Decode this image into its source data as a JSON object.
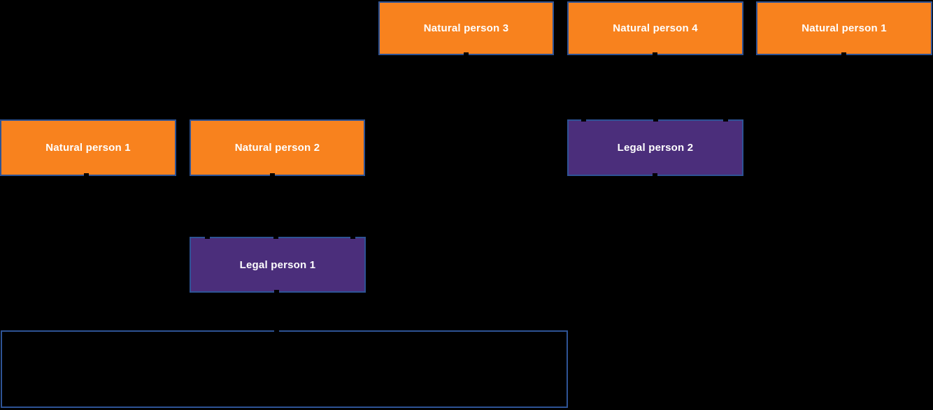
{
  "colors": {
    "background": "#000000",
    "natural_person_fill": "#F8821E",
    "legal_person_fill": "#4B2E7B",
    "node_border": "#2E5395",
    "node_text": "#FFFFFF",
    "container_border": "#2E5395",
    "connector": "#000000"
  },
  "nodes": {
    "np3_top": {
      "label": "Natural person 3",
      "type": "natural-person"
    },
    "np4_top": {
      "label": "Natural person 4",
      "type": "natural-person"
    },
    "np1_top": {
      "label": "Natural person 1",
      "type": "natural-person"
    },
    "np1_mid": {
      "label": "Natural person 1",
      "type": "natural-person"
    },
    "np2_mid": {
      "label": "Natural person 2",
      "type": "natural-person"
    },
    "lp2": {
      "label": "Legal person 2",
      "type": "legal-person"
    },
    "lp1": {
      "label": "Legal person 1",
      "type": "legal-person"
    },
    "company_container": {
      "label": "",
      "type": "container"
    }
  },
  "edges": [
    {
      "from": "np3_top",
      "to": "lp2"
    },
    {
      "from": "np4_top",
      "to": "lp2"
    },
    {
      "from": "np1_top",
      "to": "lp2"
    },
    {
      "from": "np1_mid",
      "to": "lp1"
    },
    {
      "from": "np2_mid",
      "to": "lp1"
    },
    {
      "from": "lp2",
      "to": "lp1"
    },
    {
      "from": "lp1",
      "to": "company_container"
    }
  ]
}
